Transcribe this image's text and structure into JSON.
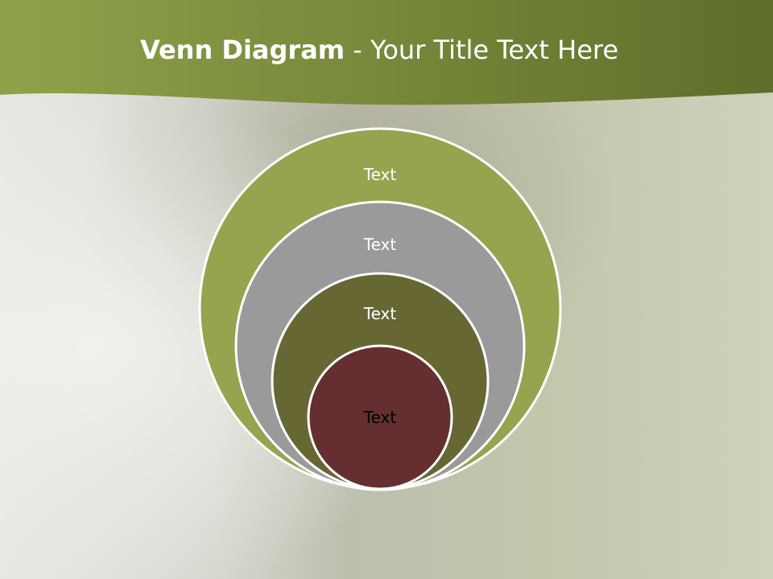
{
  "title": {
    "bold_part": "Venn Diagram",
    "rest_part": " - Your Title Text Here"
  },
  "diagram": {
    "circles": [
      {
        "label": "Text",
        "color": "#95a44e",
        "text_color": "#ffffff"
      },
      {
        "label": "Text",
        "color": "#9a9a9a",
        "text_color": "#ffffff"
      },
      {
        "label": "Text",
        "color": "#676734",
        "text_color": "#ffffff"
      },
      {
        "label": "Text",
        "color": "#652f31",
        "text_color": "#000000"
      }
    ],
    "outline_color": "#ffffff"
  },
  "colors": {
    "header_green": "#6d7f33",
    "background_tint": "#c9cbb8"
  }
}
